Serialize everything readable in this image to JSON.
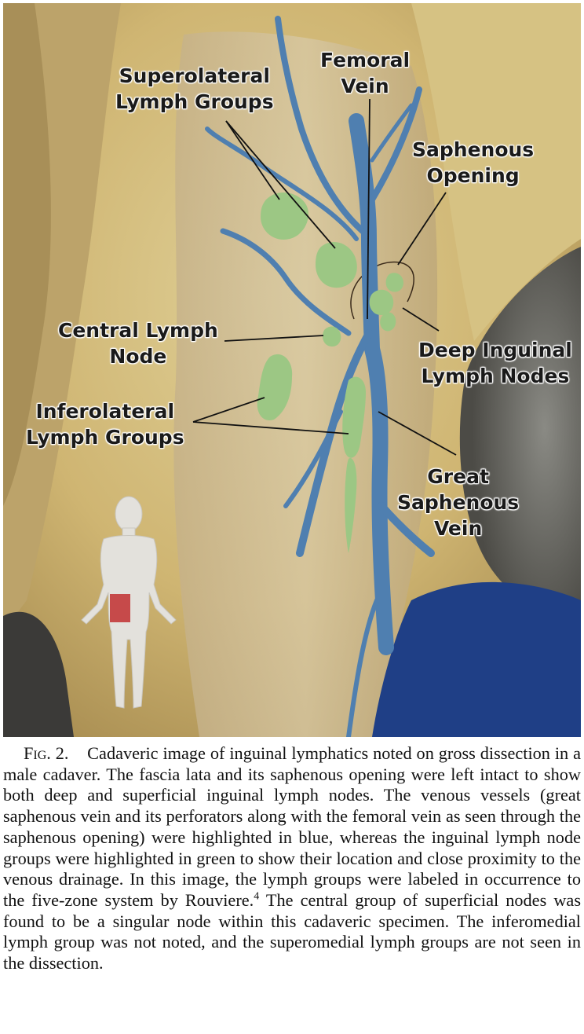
{
  "figure": {
    "labels": {
      "superolateral": [
        "Superolateral",
        "Lymph Groups"
      ],
      "femoral_vein": [
        "Femoral",
        "Vein"
      ],
      "saphenous_opening": [
        "Saphenous",
        "Opening"
      ],
      "central_node": [
        "Central Lymph",
        "Node"
      ],
      "deep_inguinal": [
        "Deep Inguinal",
        "Lymph Nodes"
      ],
      "inferolateral": [
        "Inferolateral",
        "Lymph Groups"
      ],
      "great_saphenous": [
        "Great",
        "Saphenous",
        "Vein"
      ]
    },
    "colors": {
      "vein_blue": "#4f7fb0",
      "lymph_green": "#9cc784",
      "tissue_yellow": "#d4bf7f",
      "background_blue": "#1f3f86",
      "region_highlight": "#c23a3a"
    }
  },
  "caption": {
    "fig_label": "Fig. 2.",
    "text": "Cadaveric image of inguinal lymphatics noted on gross dissection in a male cadaver. The fascia lata and its saphenous opening were left intact to show both deep and superficial inguinal lymph nodes. The venous vessels (great saphenous vein and its perforators along with the femoral vein as seen through the saphenous opening) were highlighted in blue, whereas the inguinal lymph node groups were highlighted in green to show their location and close proximity to the venous drainage. In this image, the lymph groups were labeled in occurrence to the five-zone system by Rouviere.",
    "ref": "4",
    "text2": " The central group of superficial nodes was found to be a singular node within this cadaveric specimen. The inferomedial lymph group was not noted, and the superomedial lymph groups are not seen in the dissection."
  }
}
